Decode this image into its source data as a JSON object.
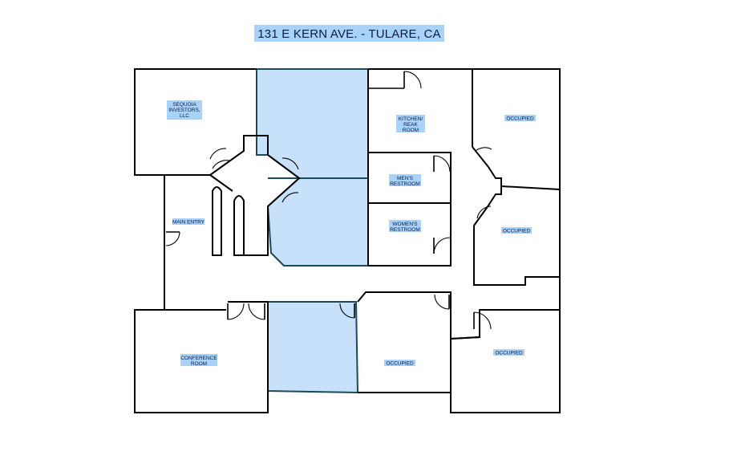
{
  "title": "131 E KERN AVE. - TULARE, CA",
  "colors": {
    "highlight_fill": "#c8e1fb",
    "highlight_stroke": "#1a4a5c",
    "label_background": "#a8d2f7",
    "title_background": "#a8d2f7",
    "text": "#0b1b4a",
    "wall": "#000000"
  },
  "rooms": {
    "sequoia": [
      "SEQUOIA",
      "INVESTORS,",
      "LLC"
    ],
    "kitchen": [
      "KITCHEN/",
      "REAK",
      "ROOM"
    ],
    "occupied_top_right": [
      "OCCUPIED"
    ],
    "mens_restroom": [
      "MEN'S",
      "RESTROOM"
    ],
    "womens_restroom": [
      "WOMEN'S",
      "RESTROOM"
    ],
    "main_entry": [
      "MAIN ENTRY"
    ],
    "occupied_mid_right": [
      "OCCUPIED"
    ],
    "conference": [
      "CONFERENCE",
      "ROOM"
    ],
    "occupied_bottom_mid": [
      "OCCUPIED"
    ],
    "occupied_bottom_right": [
      "OCCUPIED"
    ]
  }
}
